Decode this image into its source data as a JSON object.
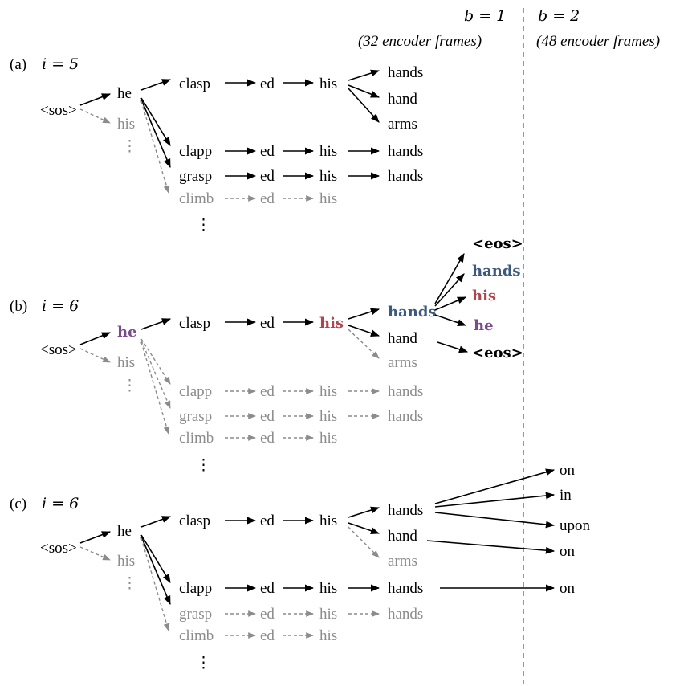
{
  "header": {
    "b1": "b = 1",
    "b2": "b = 2",
    "b1_frames": "(32 encoder frames)",
    "b2_frames": "(48 encoder frames)"
  },
  "panels": {
    "a": {
      "label": "(a)",
      "i": "i = 5"
    },
    "b": {
      "label": "(b)",
      "i": "i = 6"
    },
    "c": {
      "label": "(c)",
      "i": "i = 6"
    }
  },
  "tokens": {
    "sos": "<sos>",
    "he": "he",
    "his": "his",
    "clasp": "clasp",
    "clapp": "clapp",
    "grasp": "grasp",
    "climb": "climb",
    "ed": "ed",
    "hands": "hands",
    "hand": "hand",
    "arms": "arms",
    "eos": "<eos>",
    "on": "on",
    "in": "in",
    "upon": "upon",
    "vdots": "⋮"
  },
  "colors": {
    "active": "#000000",
    "pruned": "#8c8c8c",
    "purple": "#7a4b8c",
    "red": "#b0454f",
    "blue": "#3d5a7d",
    "divider": "#9a9a9a"
  }
}
